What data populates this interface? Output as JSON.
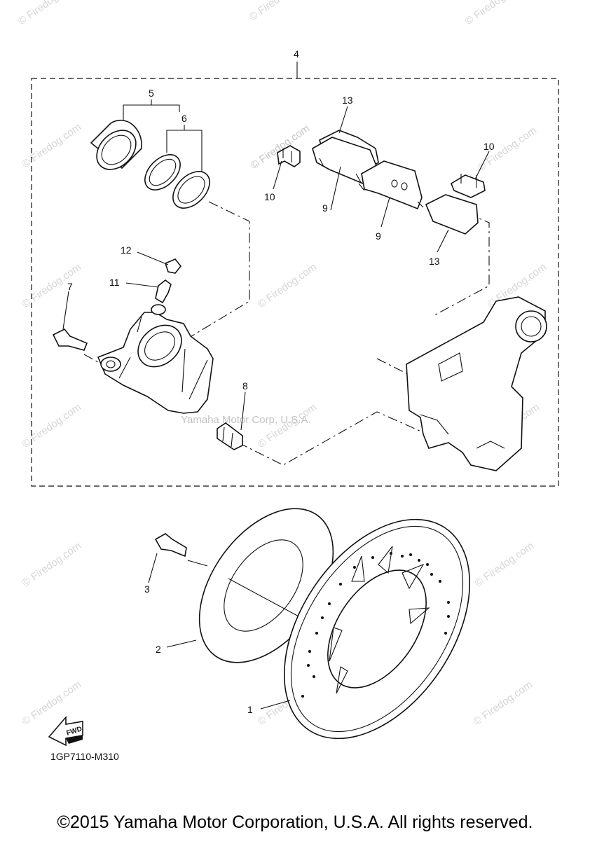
{
  "diagram": {
    "callouts": {
      "c1": "1",
      "c2": "2",
      "c3": "3",
      "c4": "4",
      "c5": "5",
      "c6": "6",
      "c7": "7",
      "c8": "8",
      "c9a": "9",
      "c9b": "9",
      "c10a": "10",
      "c10b": "10",
      "c11": "11",
      "c12": "12",
      "c13a": "13",
      "c13b": "13"
    },
    "fwd_label": "FWD",
    "part_code": "1GP7110-M310",
    "watermark_site": "© Firedog.com",
    "watermark_corp": "Yamaha Motor Corp, U.S.A.",
    "copyright": "©2015 Yamaha Motor Corporation, U.S.A. All rights reserved."
  }
}
